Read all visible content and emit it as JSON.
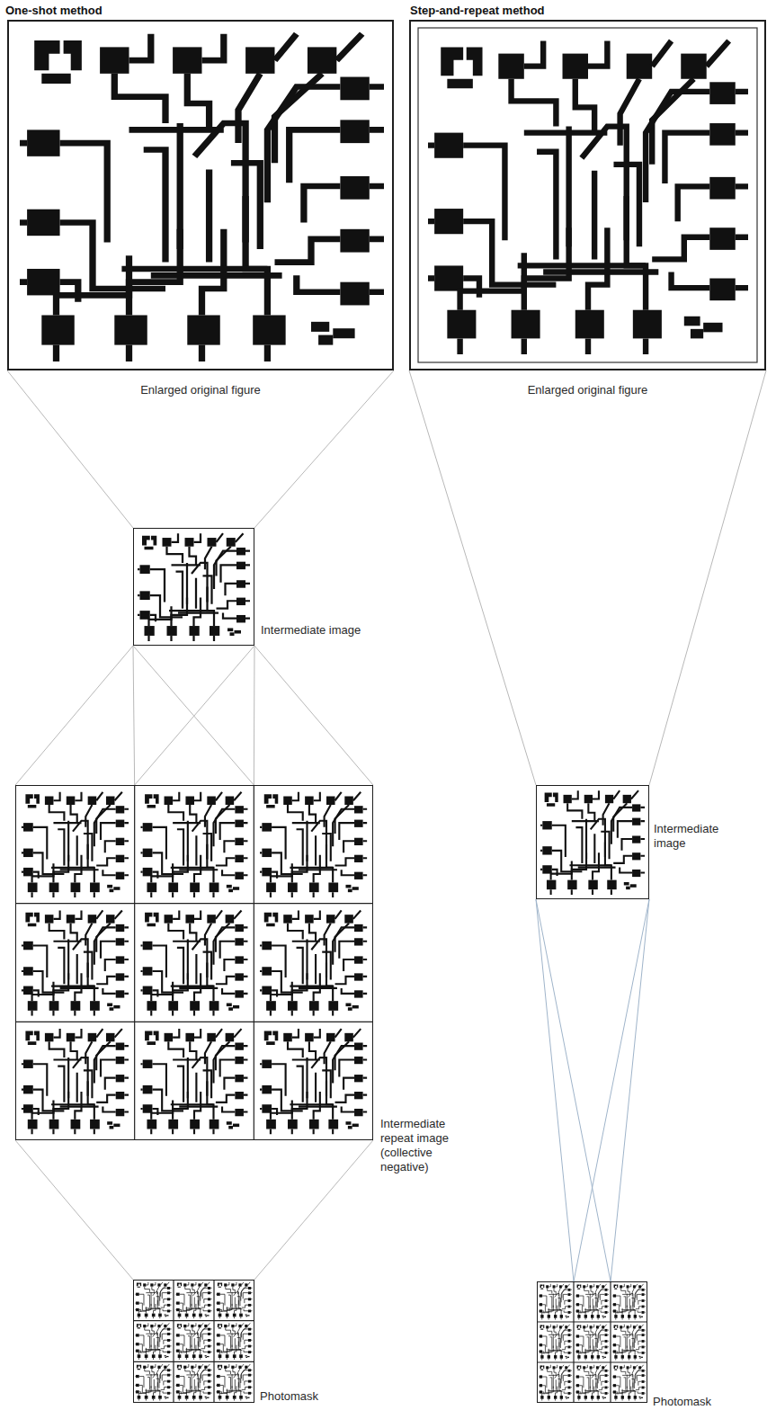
{
  "diagram": {
    "nodes": [
      {
        "text": [
          "Enlarged original figure"
        ]
      },
      {
        "text": [
          "Intermediate image"
        ]
      },
      {
        "text": [
          "Intermediate repeat image (collective negative)"
        ]
      },
      {
        "text": [
          "Photomask"
        ]
      },
      {
        "text": [
          "Enlarged original figure"
        ]
      },
      {
        "text": [
          "Intermediate image"
        ]
      },
      {
        "text": [
          "Photomask"
        ]
      }
    ],
    "edges": [
      {
        "from": 0,
        "to": 1,
        "arrow": "none"
      },
      {
        "from": 1,
        "to": 2,
        "arrow": "none"
      },
      {
        "from": 2,
        "to": 3,
        "arrow": "none"
      },
      {
        "from": 4,
        "to": 5,
        "arrow": "none"
      },
      {
        "from": 5,
        "to": 6,
        "arrow": "none"
      }
    ],
    "labels": [
      "One-shot method",
      "Step-and-repeat method"
    ]
  }
}
